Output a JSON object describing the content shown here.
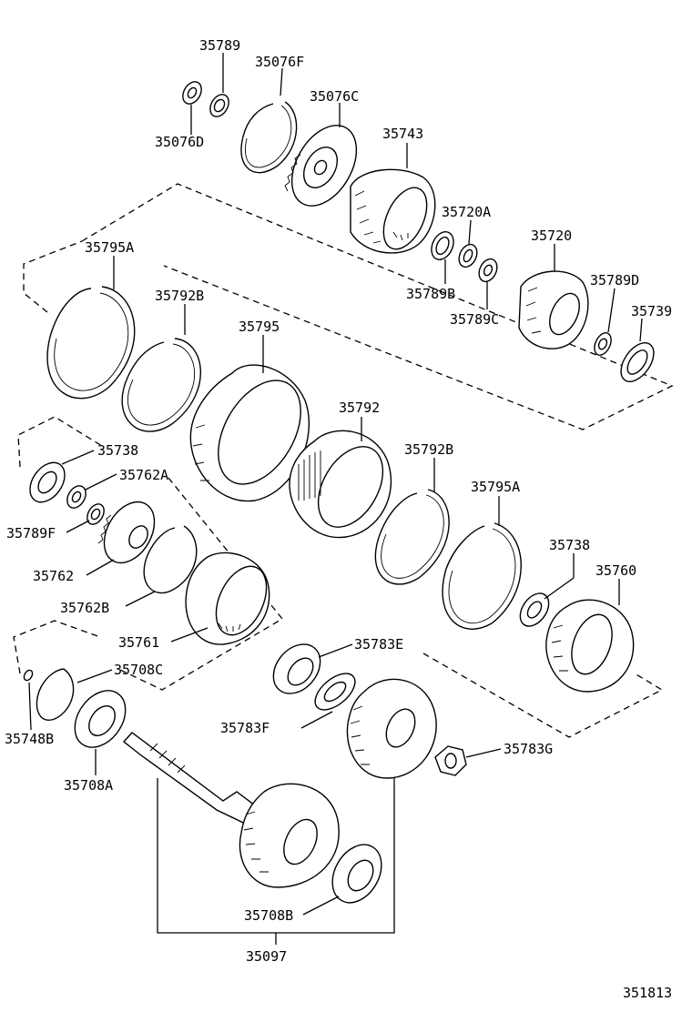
{
  "diagram_code": "351813",
  "labels": {
    "p35789": "35789",
    "p35076F": "35076F",
    "p35076C": "35076C",
    "p35076D": "35076D",
    "p35743": "35743",
    "p35720A": "35720A",
    "p35720": "35720",
    "p35789B": "35789B",
    "p35789D": "35789D",
    "p35789C": "35789C",
    "p35739": "35739",
    "p35795A_top": "35795A",
    "p35792B_top": "35792B",
    "p35795": "35795",
    "p35792": "35792",
    "p35792B_mid": "35792B",
    "p35795A_mid": "35795A",
    "p35738_left": "35738",
    "p35762A": "35762A",
    "p35789F": "35789F",
    "p35762": "35762",
    "p35762B": "35762B",
    "p35761": "35761",
    "p35738_right": "35738",
    "p35760": "35760",
    "p35783E": "35783E",
    "p35708C": "35708C",
    "p35783F": "35783F",
    "p35748B": "35748B",
    "p35708A": "35708A",
    "p35783G": "35783G",
    "p35708B": "35708B",
    "p35097": "35097"
  }
}
